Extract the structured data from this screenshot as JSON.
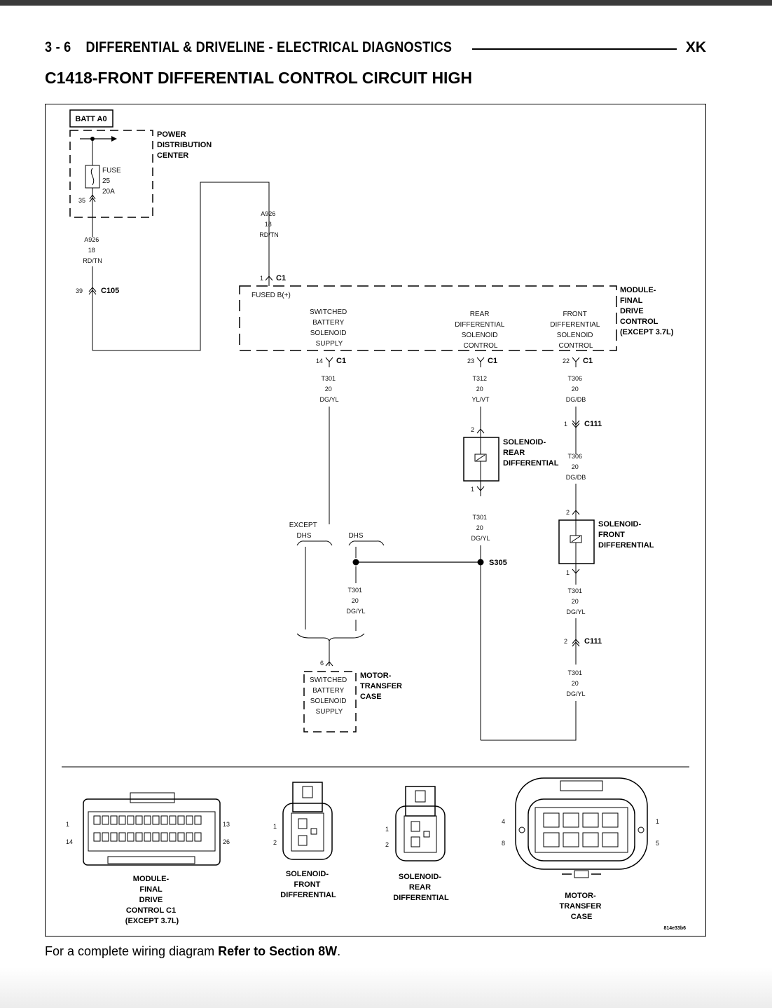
{
  "header": {
    "page_number": "3 - 6",
    "section_title": "DIFFERENTIAL & DRIVELINE - ELECTRICAL DIAGNOSTICS",
    "model_code": "XK"
  },
  "title": "C1418-FRONT DIFFERENTIAL CONTROL CIRCUIT HIGH",
  "footer": {
    "text": "For a complete wiring diagram ",
    "bold": "Refer to Section 8W",
    "end": "."
  },
  "diagram": {
    "batt": "BATT A0",
    "pdc": [
      "POWER",
      "DISTRIBUTION",
      "CENTER"
    ],
    "fuse": [
      "FUSE",
      "25",
      "20A"
    ],
    "fuse_pin": "35",
    "wire_a926_left": [
      "A926",
      "18",
      "RD/TN"
    ],
    "c105_pin": "39",
    "c105": "C105",
    "wire_a926_top": [
      "A926",
      "18",
      "RD/TN"
    ],
    "c1_top_pin": "1",
    "c1": "C1",
    "fused_b": "FUSED B(+)",
    "module": [
      "MODULE-",
      "FINAL",
      "DRIVE",
      "CONTROL",
      "(EXCEPT 3.7L)"
    ],
    "switched_batt": [
      "SWITCHED",
      "BATTERY",
      "SOLENOID",
      "SUPPLY"
    ],
    "rear_diff_ctrl": [
      "REAR",
      "DIFFERENTIAL",
      "SOLENOID",
      "CONTROL"
    ],
    "front_diff_ctrl": [
      "FRONT",
      "DIFFERENTIAL",
      "SOLENOID",
      "CONTROL"
    ],
    "pin14": "14",
    "pin23": "23",
    "pin22": "22",
    "wire_t301_a": [
      "T301",
      "20",
      "DG/YL"
    ],
    "wire_t312": [
      "T312",
      "20",
      "YL/VT"
    ],
    "wire_t306_a": [
      "T306",
      "20",
      "DG/DB"
    ],
    "c111": "C111",
    "c111_pin1": "1",
    "c111_pin2": "2",
    "wire_t306_b": [
      "T306",
      "20",
      "DG/DB"
    ],
    "rear_sol_pin2": "2",
    "rear_sol_pin1": "1",
    "rear_sol": [
      "SOLENOID-",
      "REAR",
      "DIFFERENTIAL"
    ],
    "front_sol_pin2": "2",
    "front_sol_pin1": "1",
    "front_sol": [
      "SOLENOID-",
      "FRONT",
      "DIFFERENTIAL"
    ],
    "wire_t301_b": [
      "T301",
      "20",
      "DG/YL"
    ],
    "except_dhs": [
      "EXCEPT",
      "DHS"
    ],
    "dhs": "DHS",
    "s305": "S305",
    "wire_t301_c": [
      "T301",
      "20",
      "DG/YL"
    ],
    "wire_t301_d": [
      "T301",
      "20",
      "DG/YL"
    ],
    "wire_t301_e": [
      "T301",
      "20",
      "DG/YL"
    ],
    "mtc_pin": "6",
    "mtc_supply": [
      "SWITCHED",
      "BATTERY",
      "SOLENOID",
      "SUPPLY"
    ],
    "mtc": [
      "MOTOR-",
      "TRANSFER",
      "CASE"
    ],
    "conn_module_label": [
      "MODULE-",
      "FINAL",
      "DRIVE",
      "CONTROL C1",
      "(EXCEPT 3.7L)"
    ],
    "conn_module_pins": [
      "1",
      "14",
      "13",
      "26"
    ],
    "conn_front_label": [
      "SOLENOID-",
      "FRONT",
      "DIFFERENTIAL"
    ],
    "conn_front_pins": [
      "1",
      "2"
    ],
    "conn_rear_label": [
      "SOLENOID-",
      "REAR",
      "DIFFERENTIAL"
    ],
    "conn_rear_pins": [
      "1",
      "2"
    ],
    "conn_mtc_label": [
      "MOTOR-",
      "TRANSFER",
      "CASE"
    ],
    "conn_mtc_pins": [
      "4",
      "8",
      "1",
      "5"
    ],
    "figure_id": "814e33b6"
  }
}
